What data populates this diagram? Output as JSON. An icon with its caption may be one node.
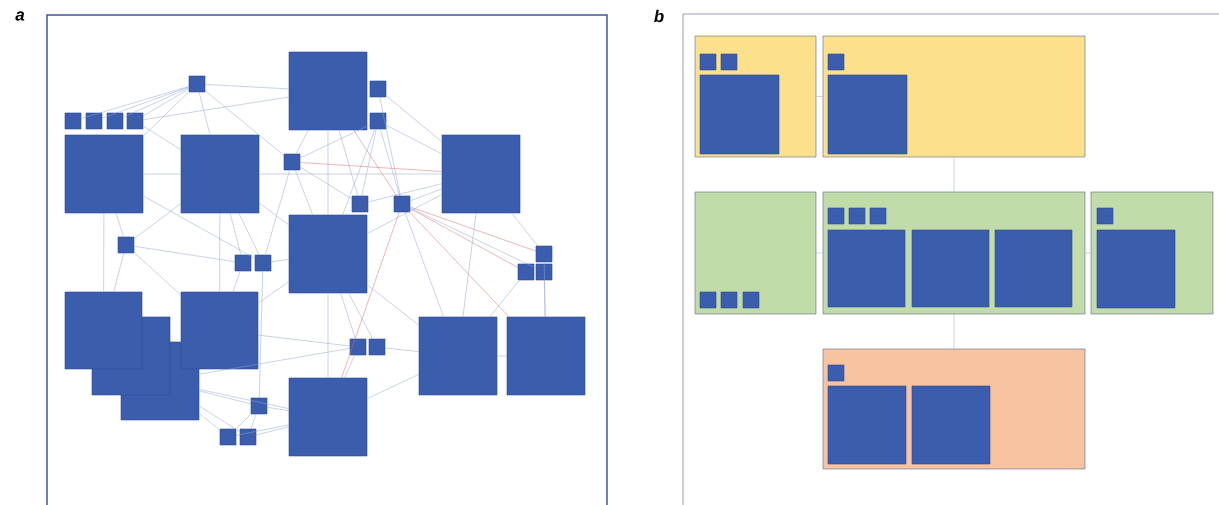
{
  "diagram": {
    "nodes": [
      {
        "text": [],
        "shape": "box"
      },
      {
        "text": [],
        "shape": "box"
      },
      {
        "text": [],
        "shape": "box"
      },
      {
        "text": [],
        "shape": "box"
      },
      {
        "text": [],
        "shape": "box"
      },
      {
        "text": [],
        "shape": "box"
      },
      {
        "text": [],
        "shape": "box"
      },
      {
        "text": [],
        "shape": "box"
      },
      {
        "text": [],
        "shape": "box"
      },
      {
        "text": [],
        "shape": "box"
      },
      {
        "text": [],
        "shape": "box"
      },
      {
        "text": [],
        "shape": "box"
      },
      {
        "text": [],
        "shape": "box"
      },
      {
        "text": [],
        "shape": "box"
      },
      {
        "text": [],
        "shape": "box"
      },
      {
        "text": [],
        "shape": "box"
      },
      {
        "text": [],
        "shape": "box"
      },
      {
        "text": [],
        "shape": "box"
      },
      {
        "text": [],
        "shape": "box"
      },
      {
        "text": [],
        "shape": "box"
      },
      {
        "text": [],
        "shape": "box"
      },
      {
        "text": [],
        "shape": "box"
      },
      {
        "text": [],
        "shape": "box"
      },
      {
        "text": [],
        "shape": "box"
      },
      {
        "text": [],
        "shape": "box"
      },
      {
        "text": [],
        "shape": "box"
      },
      {
        "text": [],
        "shape": "box"
      },
      {
        "text": [],
        "shape": "box"
      },
      {
        "text": [],
        "shape": "box"
      },
      {
        "text": [],
        "shape": "box"
      },
      {
        "text": [],
        "shape": "box"
      },
      {
        "text": [],
        "shape": "box"
      },
      {
        "text": [],
        "shape": "box"
      },
      {
        "text": [],
        "shape": "box"
      },
      {
        "text": [],
        "shape": "box",
        "in": 33
      },
      {
        "text": [],
        "shape": "box",
        "in": 33
      },
      {
        "text": [],
        "shape": "box",
        "in": 33
      },
      {
        "text": [],
        "shape": "box"
      },
      {
        "text": [],
        "shape": "box",
        "in": 37
      },
      {
        "text": [],
        "shape": "box",
        "in": 37
      },
      {
        "text": [],
        "shape": "box"
      },
      {
        "text": [],
        "shape": "box",
        "in": 40
      },
      {
        "text": [],
        "shape": "box",
        "in": 40
      },
      {
        "text": [],
        "shape": "box",
        "in": 40
      },
      {
        "text": [],
        "shape": "box"
      },
      {
        "text": [],
        "shape": "box",
        "in": 44
      },
      {
        "text": [],
        "shape": "box",
        "in": 44
      },
      {
        "text": [],
        "shape": "box",
        "in": 44
      },
      {
        "text": [],
        "shape": "box",
        "in": 44
      },
      {
        "text": [],
        "shape": "box",
        "in": 44
      },
      {
        "text": [],
        "shape": "box",
        "in": 44
      },
      {
        "text": [],
        "shape": "box"
      },
      {
        "text": [],
        "shape": "box",
        "in": 51
      },
      {
        "text": [],
        "shape": "box",
        "in": 51
      },
      {
        "text": [],
        "shape": "box"
      },
      {
        "text": [],
        "shape": "box",
        "in": 54
      },
      {
        "text": [],
        "shape": "box",
        "in": 54
      },
      {
        "text": [],
        "shape": "box",
        "in": 54
      }
    ],
    "edges": [
      {
        "from": 10,
        "to": 11,
        "arrow": "none",
        "color": "#e06a6a"
      },
      {
        "from": 0,
        "to": 13,
        "arrow": "none",
        "color": "#e06a6a"
      },
      {
        "from": 13,
        "to": 18,
        "arrow": "none",
        "color": "#e06a6a"
      },
      {
        "from": 13,
        "to": 19,
        "arrow": "none",
        "color": "#e06a6a"
      },
      {
        "from": 13,
        "to": 27,
        "arrow": "none",
        "color": "#e06a6a"
      },
      {
        "from": 13,
        "to": 30,
        "arrow": "none",
        "color": "#e06a6a"
      },
      {
        "from": 2,
        "to": 3,
        "arrow": "none"
      },
      {
        "from": 2,
        "to": 4,
        "arrow": "none"
      },
      {
        "from": 2,
        "to": 5,
        "arrow": "none"
      },
      {
        "from": 2,
        "to": 6,
        "arrow": "none"
      },
      {
        "from": 2,
        "to": 0,
        "arrow": "none"
      },
      {
        "from": 2,
        "to": 9,
        "arrow": "none"
      },
      {
        "from": 2,
        "to": 10,
        "arrow": "none"
      },
      {
        "from": 2,
        "to": 8,
        "arrow": "none"
      },
      {
        "from": 6,
        "to": 0,
        "arrow": "none"
      },
      {
        "from": 6,
        "to": 9,
        "arrow": "none"
      },
      {
        "from": 0,
        "to": 10,
        "arrow": "none"
      },
      {
        "from": 0,
        "to": 12,
        "arrow": "none"
      },
      {
        "from": 0,
        "to": 14,
        "arrow": "none"
      },
      {
        "from": 1,
        "to": 11,
        "arrow": "none"
      },
      {
        "from": 1,
        "to": 13,
        "arrow": "none"
      },
      {
        "from": 7,
        "to": 10,
        "arrow": "none"
      },
      {
        "from": 7,
        "to": 12,
        "arrow": "none"
      },
      {
        "from": 7,
        "to": 13,
        "arrow": "none"
      },
      {
        "from": 7,
        "to": 11,
        "arrow": "none"
      },
      {
        "from": 7,
        "to": 14,
        "arrow": "none"
      },
      {
        "from": 8,
        "to": 9,
        "arrow": "none"
      },
      {
        "from": 8,
        "to": 15,
        "arrow": "none"
      },
      {
        "from": 8,
        "to": 21,
        "arrow": "none"
      },
      {
        "from": 8,
        "to": 17,
        "arrow": "none"
      },
      {
        "from": 9,
        "to": 15,
        "arrow": "none"
      },
      {
        "from": 9,
        "to": 16,
        "arrow": "none"
      },
      {
        "from": 9,
        "to": 17,
        "arrow": "none"
      },
      {
        "from": 9,
        "to": 22,
        "arrow": "none"
      },
      {
        "from": 9,
        "to": 14,
        "arrow": "none"
      },
      {
        "from": 9,
        "to": 11,
        "arrow": "none"
      },
      {
        "from": 10,
        "to": 12,
        "arrow": "none"
      },
      {
        "from": 10,
        "to": 17,
        "arrow": "none"
      },
      {
        "from": 10,
        "to": 14,
        "arrow": "none"
      },
      {
        "from": 11,
        "to": 14,
        "arrow": "none"
      },
      {
        "from": 11,
        "to": 18,
        "arrow": "none"
      },
      {
        "from": 11,
        "to": 26,
        "arrow": "none"
      },
      {
        "from": 11,
        "to": 13,
        "arrow": "none"
      },
      {
        "from": 11,
        "to": 12,
        "arrow": "none"
      },
      {
        "from": 13,
        "to": 26,
        "arrow": "none"
      },
      {
        "from": 13,
        "to": 20,
        "arrow": "none"
      },
      {
        "from": 14,
        "to": 17,
        "arrow": "none"
      },
      {
        "from": 14,
        "to": 26,
        "arrow": "none"
      },
      {
        "from": 14,
        "to": 24,
        "arrow": "none"
      },
      {
        "from": 14,
        "to": 25,
        "arrow": "none"
      },
      {
        "from": 14,
        "to": 22,
        "arrow": "none"
      },
      {
        "from": 14,
        "to": 30,
        "arrow": "none"
      },
      {
        "from": 15,
        "to": 21,
        "arrow": "none"
      },
      {
        "from": 15,
        "to": 16,
        "arrow": "none"
      },
      {
        "from": 15,
        "to": 22,
        "arrow": "none"
      },
      {
        "from": 16,
        "to": 22,
        "arrow": "none"
      },
      {
        "from": 17,
        "to": 29,
        "arrow": "none"
      },
      {
        "from": 18,
        "to": 27,
        "arrow": "none"
      },
      {
        "from": 19,
        "to": 26,
        "arrow": "none"
      },
      {
        "from": 20,
        "to": 27,
        "arrow": "none"
      },
      {
        "from": 22,
        "to": 24,
        "arrow": "none"
      },
      {
        "from": 24,
        "to": 30,
        "arrow": "none"
      },
      {
        "from": 25,
        "to": 26,
        "arrow": "none"
      },
      {
        "from": 26,
        "to": 27,
        "arrow": "none"
      },
      {
        "from": 26,
        "to": 30,
        "arrow": "none"
      },
      {
        "from": 28,
        "to": 29,
        "arrow": "none"
      },
      {
        "from": 28,
        "to": 31,
        "arrow": "none"
      },
      {
        "from": 28,
        "to": 32,
        "arrow": "none"
      },
      {
        "from": 28,
        "to": 30,
        "arrow": "none"
      },
      {
        "from": 28,
        "to": 24,
        "arrow": "none"
      },
      {
        "from": 29,
        "to": 31,
        "arrow": "none"
      },
      {
        "from": 29,
        "to": 32,
        "arrow": "none"
      },
      {
        "from": 29,
        "to": 30,
        "arrow": "none"
      },
      {
        "from": 32,
        "to": 30,
        "arrow": "none"
      },
      {
        "from": 31,
        "to": 30,
        "arrow": "none"
      },
      {
        "from": 33,
        "to": 37,
        "arrow": "none"
      },
      {
        "from": 37,
        "to": 44,
        "arrow": "none"
      },
      {
        "from": 40,
        "to": 44,
        "arrow": "none"
      },
      {
        "from": 44,
        "to": 51,
        "arrow": "none"
      },
      {
        "from": 44,
        "to": 54,
        "arrow": "none"
      }
    ],
    "labels": [
      "a",
      "b"
    ]
  }
}
